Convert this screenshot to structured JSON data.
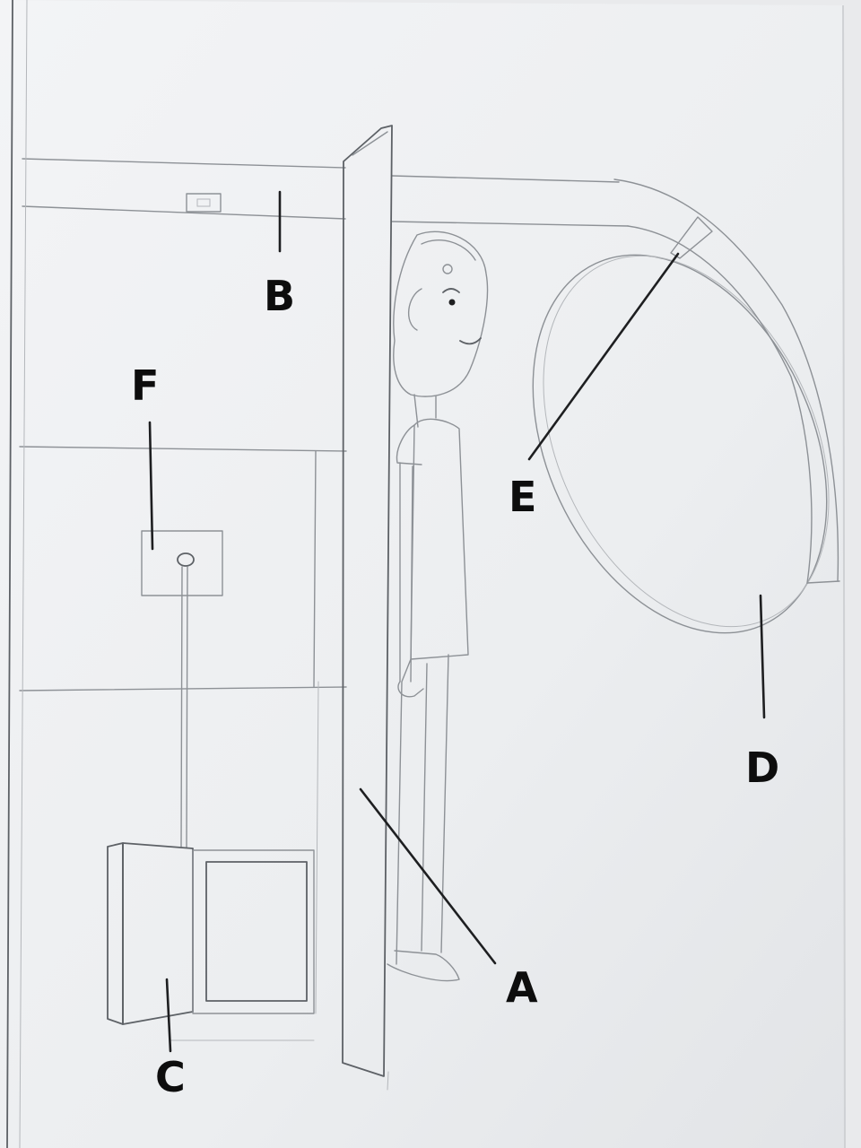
{
  "labels": {
    "a": "A",
    "b": "B",
    "c": "C",
    "d": "D",
    "e": "E",
    "f": "F"
  },
  "colors": {
    "paper": "#f1f2f4",
    "pencil": "#8d9196",
    "ink": "#0d0d0d"
  }
}
